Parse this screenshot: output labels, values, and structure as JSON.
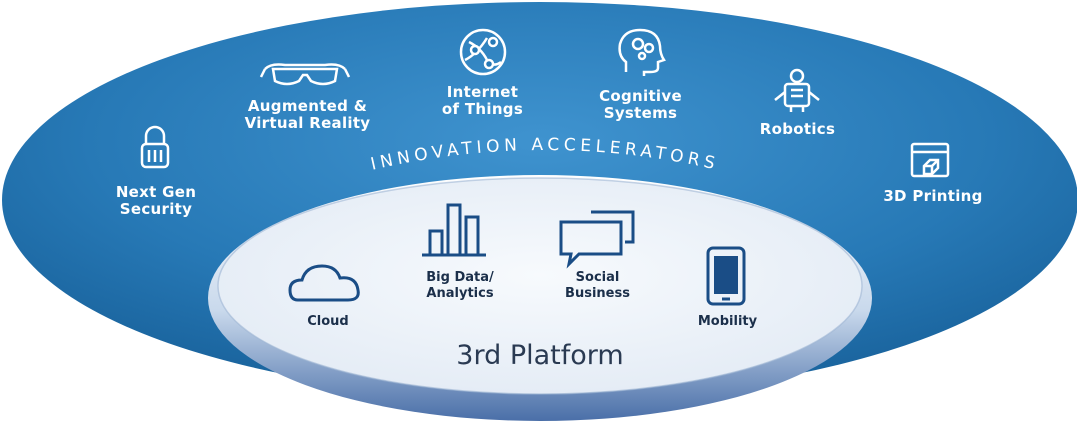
{
  "outer_ring": {
    "banner": "INNOVATION ACCELERATORS",
    "items": [
      {
        "label": "Next Gen\nSecurity",
        "icon": "lock-icon"
      },
      {
        "label": "Augmented &\nVirtual Reality",
        "icon": "vr-goggles-icon"
      },
      {
        "label": "Internet\nof Things",
        "icon": "globe-network-icon"
      },
      {
        "label": "Cognitive\nSystems",
        "icon": "brain-head-icon"
      },
      {
        "label": "Robotics",
        "icon": "robot-icon"
      },
      {
        "label": "3D Printing",
        "icon": "3d-printer-icon"
      }
    ]
  },
  "inner_platform": {
    "title": "3rd Platform",
    "items": [
      {
        "label": "Cloud",
        "icon": "cloud-icon"
      },
      {
        "label": "Big Data/\nAnalytics",
        "icon": "bar-chart-icon"
      },
      {
        "label": "Social\nBusiness",
        "icon": "chat-bubbles-icon"
      },
      {
        "label": "Mobility",
        "icon": "smartphone-icon"
      }
    ]
  },
  "colors": {
    "ring_dark": "#1d6ba6",
    "ring_light": "#3b8fcc",
    "inner_fill": "#eef3f9",
    "inner_text": "#1b2f4a",
    "icon_dark": "#1a4d86"
  }
}
